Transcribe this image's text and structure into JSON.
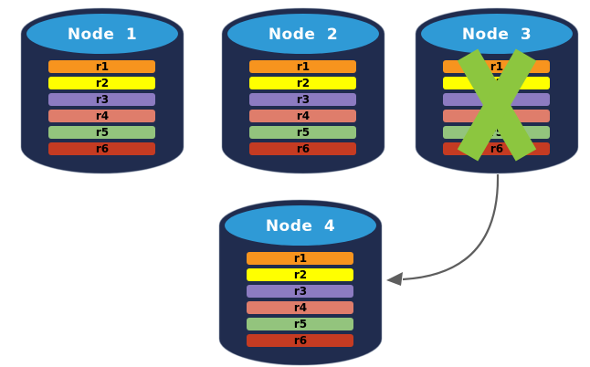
{
  "diagram": {
    "nodes": [
      {
        "title": "Node 1",
        "crossed_out": false
      },
      {
        "title": "Node 2",
        "crossed_out": false
      },
      {
        "title": "Node 3",
        "crossed_out": true
      },
      {
        "title": "Node 4",
        "crossed_out": false
      }
    ],
    "records": [
      {
        "label": "r1",
        "color": "#F7941E"
      },
      {
        "label": "r2",
        "color": "#FFFF00"
      },
      {
        "label": "r3",
        "color": "#8C7BC1"
      },
      {
        "label": "r4",
        "color": "#DF7D6B"
      },
      {
        "label": "r5",
        "color": "#93C47D"
      },
      {
        "label": "r6",
        "color": "#C53B22"
      }
    ],
    "arrow": {
      "from": "Node 3",
      "to": "Node 4"
    },
    "colors": {
      "cylinder_body": "#202C4E",
      "cylinder_top": "#2F9AD6",
      "title_text": "#FFFFFF",
      "record_text": "#000000",
      "cross": "#8CC63F",
      "arrow": "#5E5E5E"
    }
  }
}
